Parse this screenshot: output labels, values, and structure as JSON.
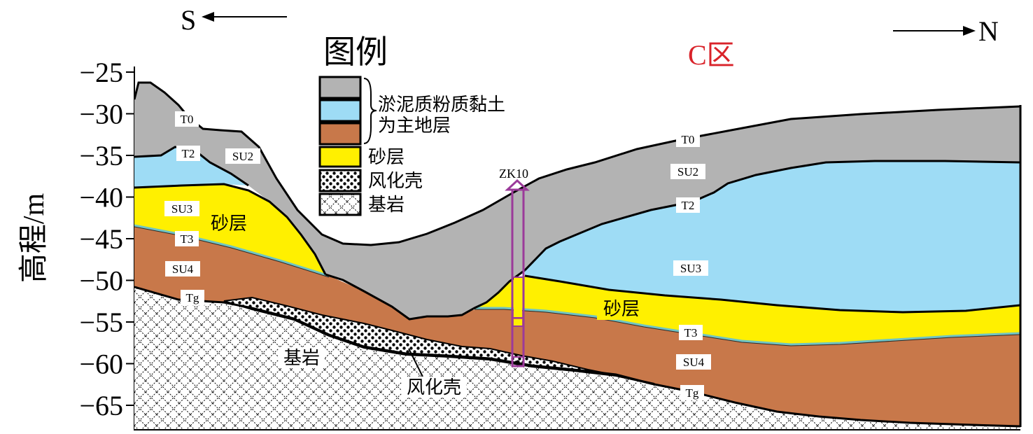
{
  "direction": {
    "south": "S",
    "north": "N"
  },
  "region_title": "C区",
  "region_title_color": "#d9232a",
  "y_axis": {
    "label": "高程/m",
    "ticks": [
      "−25",
      "−30",
      "−35",
      "−40",
      "−45",
      "−50",
      "−55",
      "−60",
      "−65"
    ]
  },
  "legend": {
    "title": "图例",
    "group_label_line1": "淤泥质粉质黏土",
    "group_label_line2": "为主地层",
    "sand": "砂层",
    "weathered": "风化壳",
    "bedrock": "基岩"
  },
  "colors": {
    "t0_su2_gray": "#b3b3b3",
    "su3_blue": "#9edcf5",
    "su4_brown": "#c8784a",
    "sand_yellow": "#fff000",
    "t3_line": "#6fc4c4",
    "borehole": "#9b3a9a"
  },
  "section_labels": {
    "t0_south": "T0",
    "t2_south": "T2",
    "su2_south": "SU2",
    "su3_south": "SU3",
    "sand_south": "砂层",
    "t3_south": "T3",
    "su4_south": "SU4",
    "tg_south": "Tg",
    "bedrock": "基岩",
    "weathered": "风化壳",
    "t0_north": "T0",
    "su2_north": "SU2",
    "t2_north": "T2",
    "su3_north": "SU3",
    "sand_north": "砂层",
    "t3_north": "T3",
    "su4_north": "SU4",
    "tg_north": "Tg"
  },
  "borehole": {
    "name": "ZK10"
  }
}
